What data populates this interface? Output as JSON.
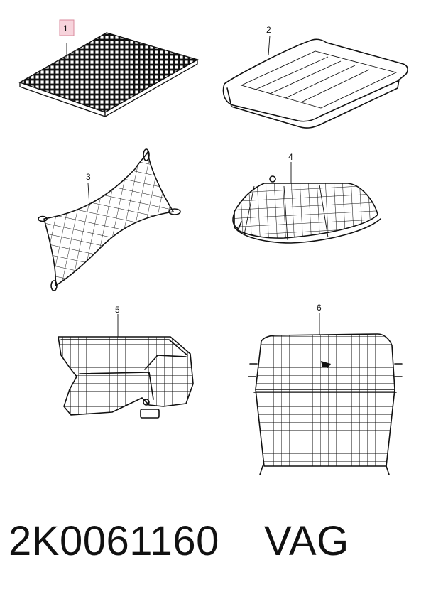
{
  "callouts": [
    "1",
    "2",
    "3",
    "4",
    "5",
    "6"
  ],
  "footer": {
    "part_number": "2K0061160",
    "brand": "VAG"
  },
  "colors": {
    "line": "#111111",
    "highlight_fill": "#f7d4dc",
    "highlight_stroke": "#d88a9c"
  }
}
